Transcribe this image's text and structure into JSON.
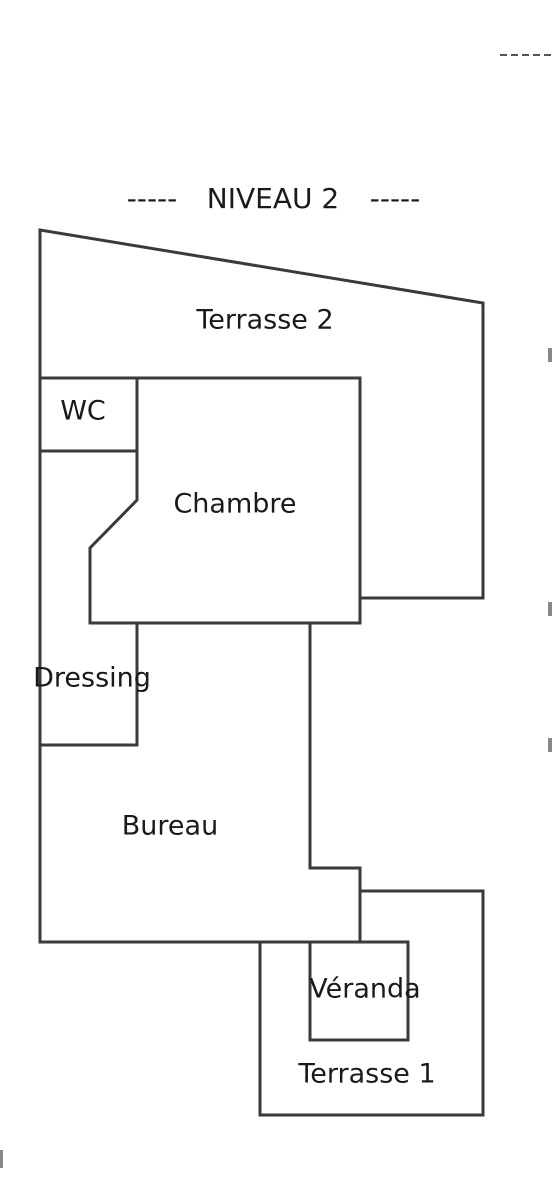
{
  "diagram": {
    "title": "NIVEAU 2",
    "title_dashes": "-----",
    "rooms": {
      "terrasse2": "Terrasse 2",
      "wc": "WC",
      "chambre": "Chambre",
      "dressing": "Dressing",
      "bureau": "Bureau",
      "veranda": "Véranda",
      "terrasse1": "Terrasse 1"
    }
  }
}
